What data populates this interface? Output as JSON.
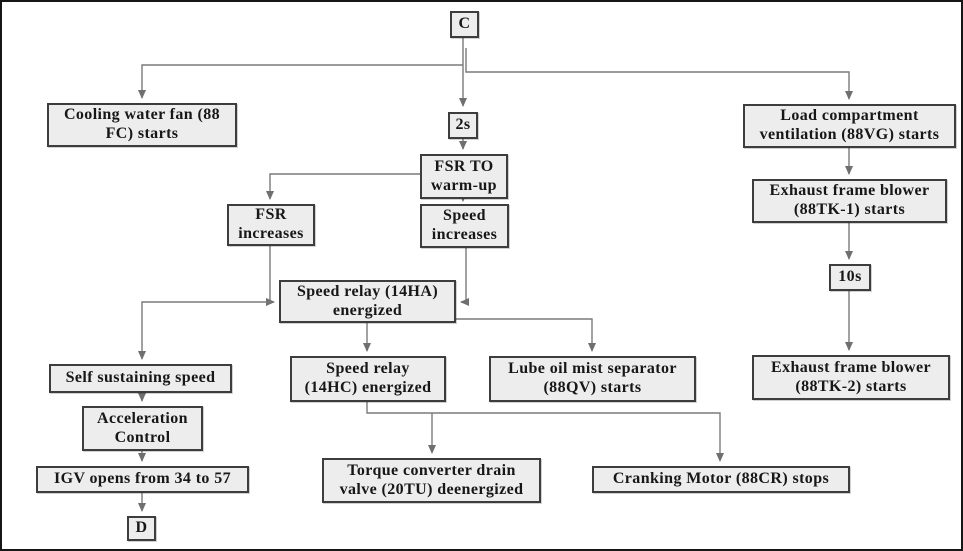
{
  "diagram": {
    "type": "flowchart",
    "description_colors": {
      "background": "#ffffff",
      "frame_border": "#161616",
      "box_fill": "#ededed",
      "box_border": "#3d3d3d",
      "text": "#171717",
      "connector": "#7a7a7a"
    },
    "nodes": {
      "c": {
        "label": "C"
      },
      "delay_2s": {
        "label": "2s"
      },
      "cooling_fan": {
        "label": "Cooling water fan (88\nFC) starts"
      },
      "load_vent": {
        "label": "Load compartment\nventilation (88VG) starts"
      },
      "tk1": {
        "label": "Exhaust frame blower\n(88TK-1) starts"
      },
      "fsr_warmup": {
        "label": "FSR TO\nwarm-up"
      },
      "fsr_increases": {
        "label": "FSR\nincreases"
      },
      "speed_increases": {
        "label": "Speed\nincreases"
      },
      "relay_14ha": {
        "label": "Speed relay (14HA)\nenergized"
      },
      "delay_10s": {
        "label": "10s"
      },
      "tk2": {
        "label": "Exhaust frame blower\n(88TK-2) starts"
      },
      "self_sustaining": {
        "label": "Self sustaining speed"
      },
      "relay_14hc": {
        "label": "Speed relay\n(14HC) energized"
      },
      "lube_oil": {
        "label": "Lube oil mist separator\n(88QV) starts"
      },
      "acceleration": {
        "label": "Acceleration\nControl"
      },
      "igv": {
        "label": "IGV opens from 34 to 57"
      },
      "torque_valve": {
        "label": "Torque converter drain\nvalve (20TU) deenergized"
      },
      "cranking_motor": {
        "label": "Cranking Motor (88CR) stops"
      },
      "d": {
        "label": "D"
      }
    },
    "edges": [
      {
        "from": "c",
        "to": "cooling_fan"
      },
      {
        "from": "c",
        "to": "delay_2s"
      },
      {
        "from": "c",
        "to": "load_vent"
      },
      {
        "from": "delay_2s",
        "to": "fsr_warmup"
      },
      {
        "from": "fsr_warmup",
        "to": "fsr_increases"
      },
      {
        "from": "fsr_warmup",
        "to": "speed_increases"
      },
      {
        "from": "fsr_increases",
        "to": "relay_14ha"
      },
      {
        "from": "fsr_increases",
        "to": "self_sustaining"
      },
      {
        "from": "speed_increases",
        "to": "relay_14ha"
      },
      {
        "from": "relay_14ha",
        "to": "relay_14hc"
      },
      {
        "from": "relay_14ha",
        "to": "lube_oil"
      },
      {
        "from": "relay_14hc",
        "to": "torque_valve"
      },
      {
        "from": "relay_14hc",
        "to": "cranking_motor"
      },
      {
        "from": "load_vent",
        "to": "tk1"
      },
      {
        "from": "tk1",
        "to": "delay_10s"
      },
      {
        "from": "delay_10s",
        "to": "tk2"
      },
      {
        "from": "self_sustaining",
        "to": "acceleration"
      },
      {
        "from": "acceleration",
        "to": "igv"
      },
      {
        "from": "igv",
        "to": "d"
      }
    ]
  }
}
